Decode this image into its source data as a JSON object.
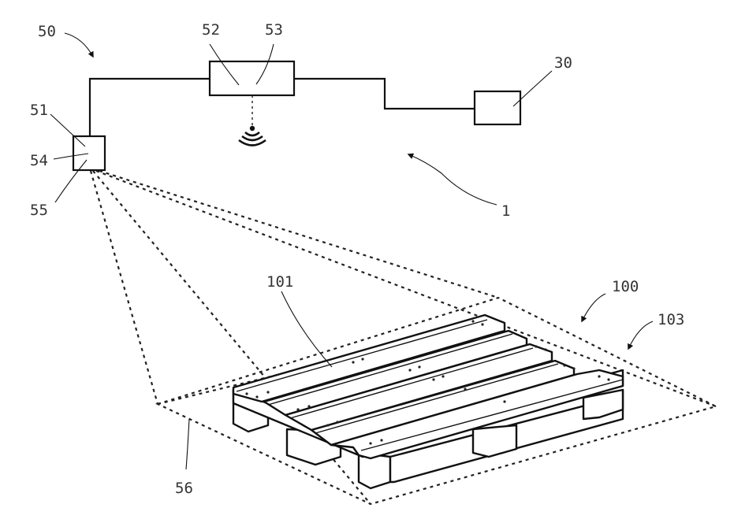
{
  "figure": {
    "type": "patent-drawing",
    "description_labels": {
      "system": "1",
      "remote_unit": "30",
      "monitoring_arrangement": "50",
      "sensor_unit": "51",
      "control_unit": "52",
      "wireless_module": "53",
      "sensor_element_a": "54",
      "sensor_element_b": "55",
      "field_of_view": "56",
      "pallet_assembly": "100",
      "pallet_top_deck": "101",
      "detection_area": "103"
    },
    "colors": {
      "line": "#111111",
      "label_text": "#333333",
      "background": "#ffffff"
    }
  }
}
